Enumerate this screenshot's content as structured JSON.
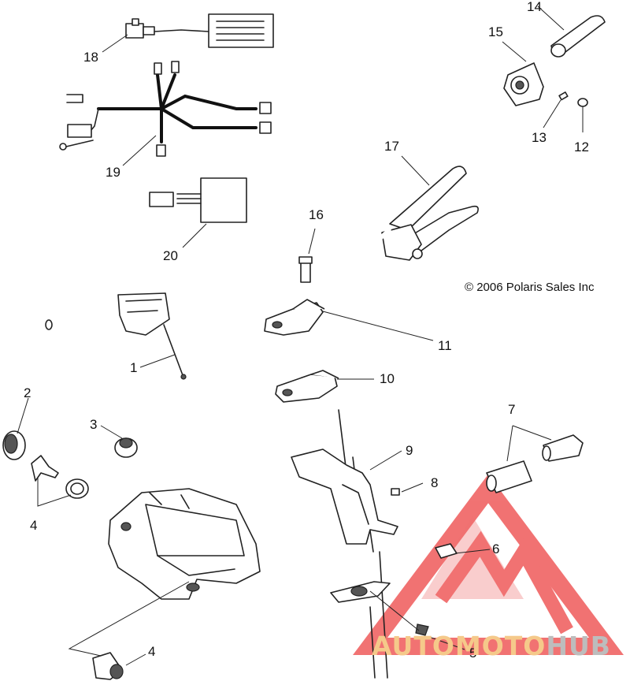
{
  "diagram": {
    "copyright": "© 2006 Polaris Sales Inc",
    "watermark": {
      "part1": "AUTOMOTO",
      "part2": "HUB",
      "color1": "#f5c98a",
      "color2": "#bdbdbd",
      "logo_color": "#ef5a5a"
    },
    "callouts": {
      "c1": "1",
      "c2": "2",
      "c3": "3",
      "c4a": "4",
      "c4b": "4",
      "c5": "5",
      "c6": "6",
      "c7": "7",
      "c8": "8",
      "c9": "9",
      "c10": "10",
      "c11": "11",
      "c12": "12",
      "c13": "13",
      "c14": "14",
      "c15": "15",
      "c16": "16",
      "c17": "17",
      "c18": "18",
      "c19": "19",
      "c20": "20"
    }
  }
}
